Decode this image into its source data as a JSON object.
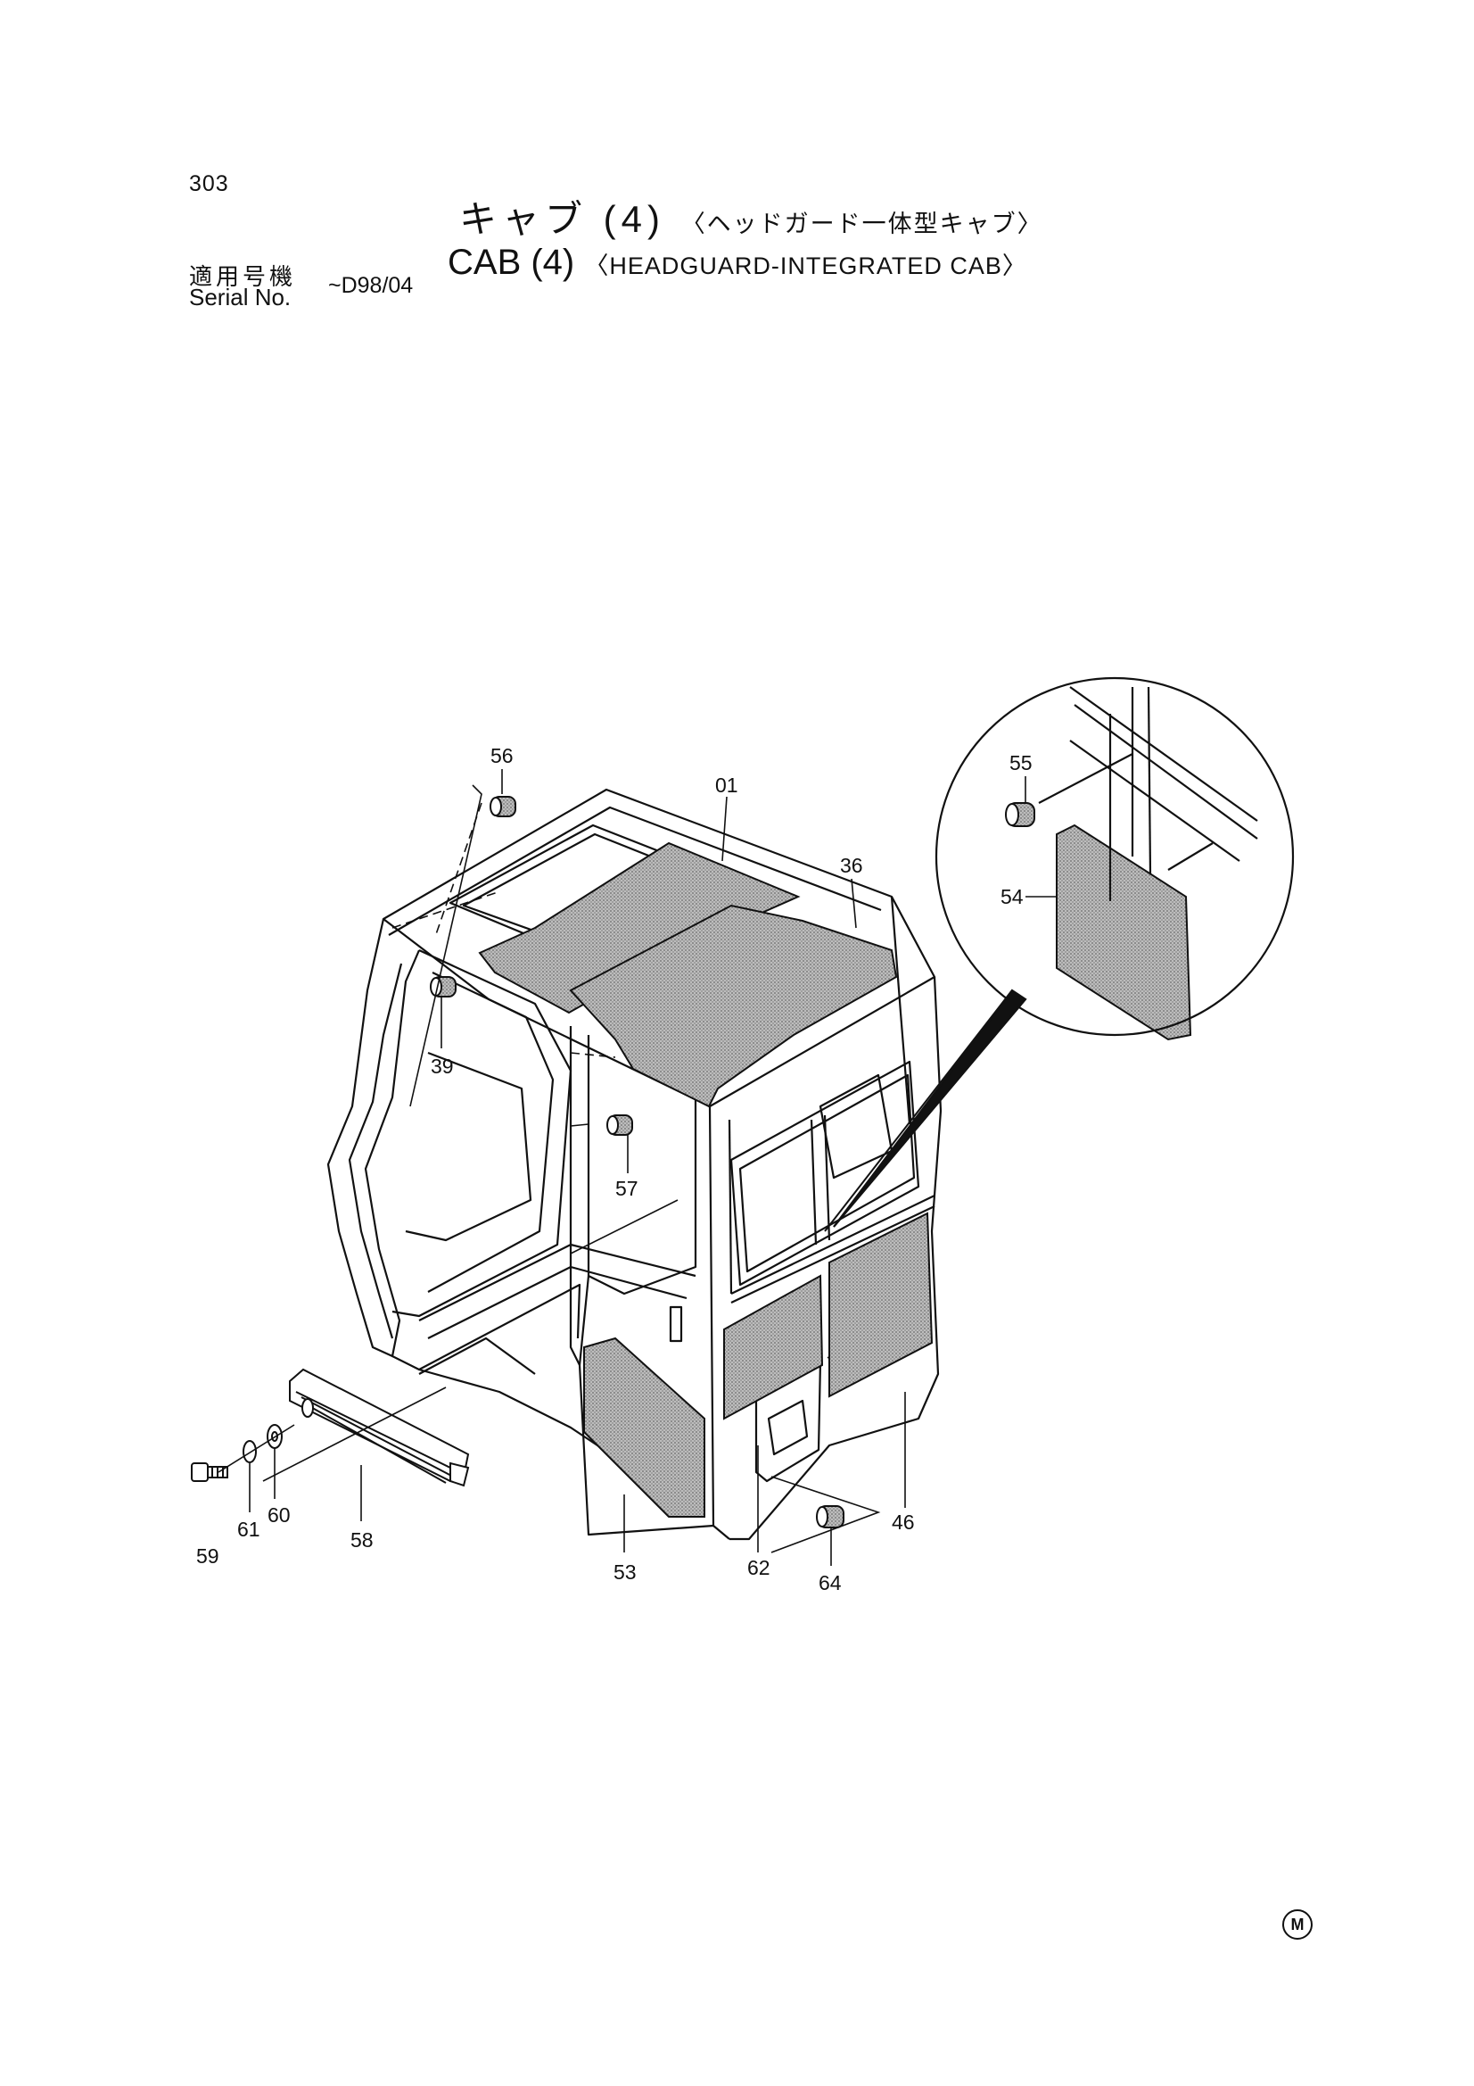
{
  "page_number": "303",
  "title_jp": "キャブ (4)",
  "title_jp_sub": "〈ヘッドガード一体型キャブ〉",
  "serial_label_jp": "適用号機",
  "serial_label_en": "Serial No.",
  "serial_range": "~D98/04",
  "title_en": "CAB (4)",
  "title_en_sub": "〈HEADGUARD-INTEGRATED CAB〉",
  "callouts": {
    "p56": "56",
    "p01": "01",
    "p36": "36",
    "p39": "39",
    "p57": "57",
    "p55": "55",
    "p54": "54",
    "p59": "59",
    "p61": "61",
    "p60": "60",
    "p58": "58",
    "p53": "53",
    "p62": "62",
    "p64": "64",
    "p46": "46"
  },
  "manual_mark": "M"
}
